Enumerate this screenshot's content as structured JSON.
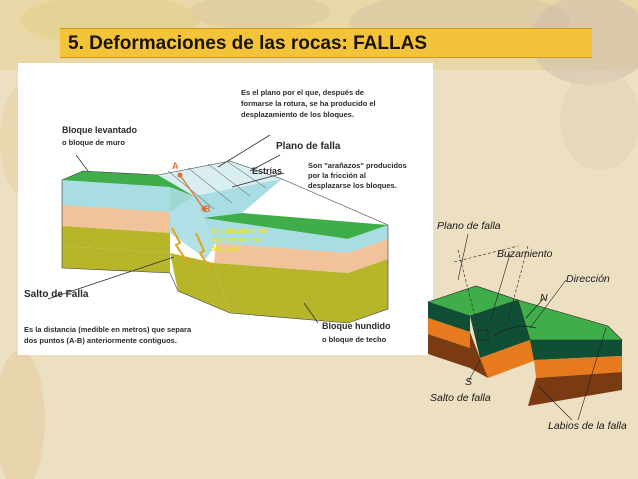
{
  "slide": {
    "title": "5. Deformaciones de las rocas: FALLAS"
  },
  "left_diagram": {
    "plano_desc_lines": [
      "Es el plano por el que, después de",
      "formarse la rotura, se ha producido el",
      "desplazamiento de los bloques."
    ],
    "plano_label": "Plano de falla",
    "bloque_levantado": "Bloque levantado",
    "bloque_muro": "o bloque de muro",
    "estrias_label": "Estrías",
    "estrias_desc_lines": [
      "Son \"arañazos\" producidos",
      "por la fricción al",
      "desplazarse los bloques."
    ],
    "point_a": "A",
    "point_b": "B",
    "desplazamiento_lines": [
      "Desplazamiento",
      "relativo de los",
      "bloques"
    ],
    "salto_label": "Salto de Falla",
    "salto_desc_lines": [
      "Es la distancia (medible en metros) que separa",
      "dos puntos (A-B)  anteriormente contiguos."
    ],
    "bloque_hundido": "Bloque hundido",
    "bloque_techo": "o bloque de techo"
  },
  "right_diagram": {
    "plano_label": "Plano de falla",
    "buzamiento_label": "Buzamiento",
    "direccion_label": "Dirección",
    "n_label": "N",
    "s_label": "S",
    "salto_label": "Salto de falla",
    "labios_label": "Labios de la falla"
  },
  "colors": {
    "title_bar": "#f3c33a",
    "grass": "#3fae4a",
    "light_blue": "#a8dde4",
    "peach": "#f2c29a",
    "olive": "#b7b62a",
    "dark_green": "#0f4f36",
    "orange": "#e87a1e",
    "brown": "#7a3a12"
  }
}
